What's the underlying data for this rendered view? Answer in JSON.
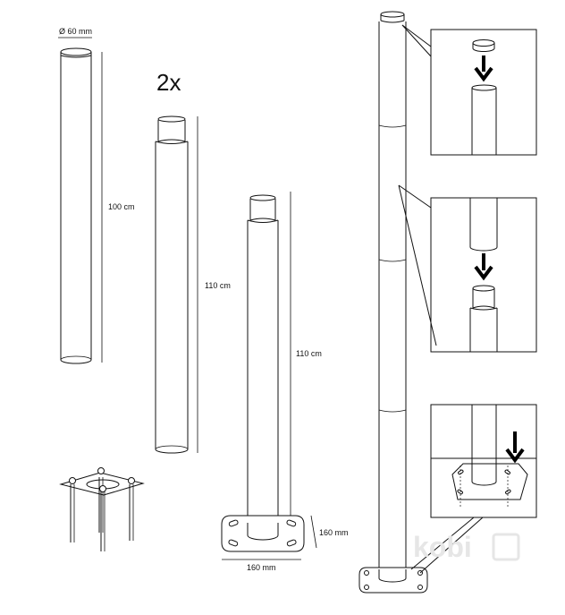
{
  "labels": {
    "diameter": "Ø 60 mm",
    "quantity": "2x",
    "length_1": "100 cm",
    "length_2": "110 cm",
    "length_3": "110 cm",
    "plate_height": "160 mm",
    "plate_width": "160 mm"
  },
  "watermark": "kobi",
  "colors": {
    "line": "#111111",
    "background": "#ffffff",
    "watermark": "#e6e6e6"
  },
  "icons": {
    "arrow": "down-arrow-icon"
  }
}
